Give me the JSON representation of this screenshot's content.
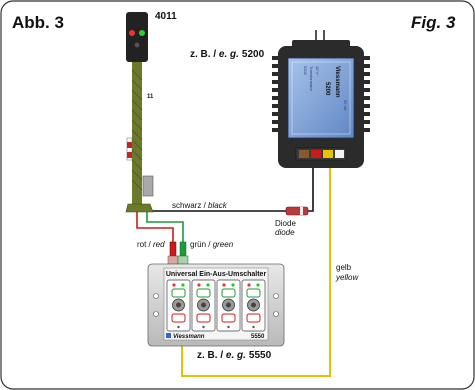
{
  "figure": {
    "label_de": "Abb. 3",
    "label_en": "Fig. 3"
  },
  "signal": {
    "number": "4011",
    "mast_label": "11"
  },
  "power_supply": {
    "caption_de": "z. B. / ",
    "caption_en": "e. g.",
    "caption_num": "5200",
    "brand": "Viessmann",
    "model": "5200",
    "tiny_lines": [
      "5200",
      "Transformator",
      "16 V~",
      "52 VA"
    ]
  },
  "switch_module": {
    "title": "Universal Ein-Aus-Umschalter",
    "brand": "Viessmann",
    "model": "5550",
    "caption_de": "z. B. / ",
    "caption_en": "e. g.",
    "caption_num": "5550",
    "slot_count": 4
  },
  "wires": {
    "black_de": "schwarz / ",
    "black_en": "black",
    "diode_de": "Diode",
    "diode_en": "diode",
    "red_de": "rot / ",
    "red_en": "red",
    "green_de": "grün / ",
    "green_en": "green",
    "yellow_de": "gelb",
    "yellow_en": "yellow"
  },
  "colors": {
    "frame": "#333333",
    "mast": "#6b7a2a",
    "transformer": "#7a9fd0",
    "wire_yellow": "#e6c200",
    "wire_red": "#cc1b1b",
    "wire_green": "#1f9a3a"
  }
}
